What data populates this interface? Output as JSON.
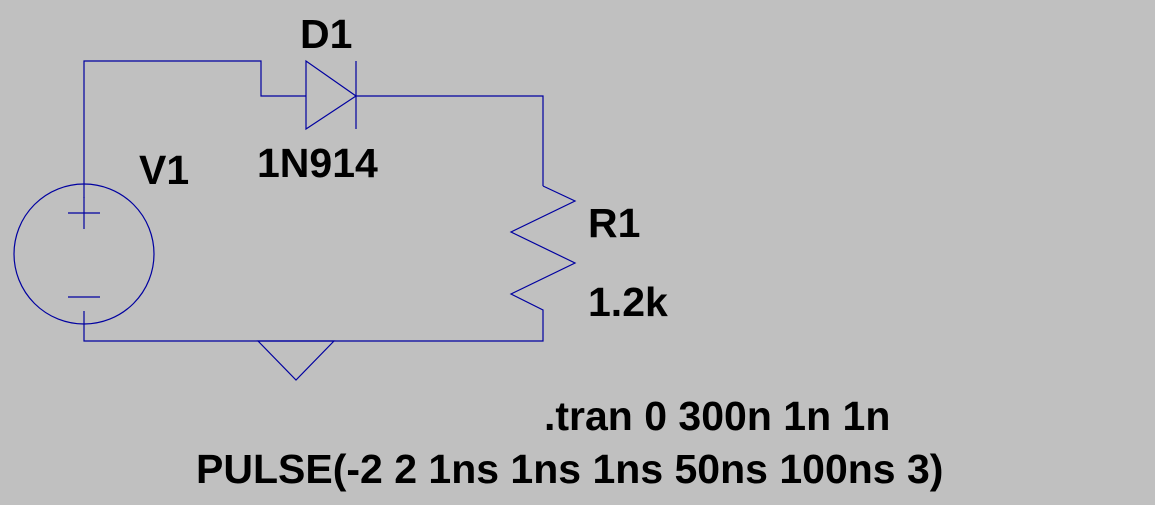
{
  "diode": {
    "ref": "D1",
    "model": "1N914"
  },
  "source": {
    "ref": "V1",
    "plus_symbol": "+",
    "minus_symbol": "−",
    "value": "PULSE(-2 2 1ns 1ns 1ns 50ns 100ns 3)"
  },
  "resistor": {
    "ref": "R1",
    "value": "1.2k"
  },
  "directive": {
    "text": ".tran 0 300n 1n 1n"
  },
  "colors": {
    "background": "#c0c0c0",
    "wire": "#0000a0",
    "text": "#000000"
  },
  "ground_symbol": "ground-icon"
}
